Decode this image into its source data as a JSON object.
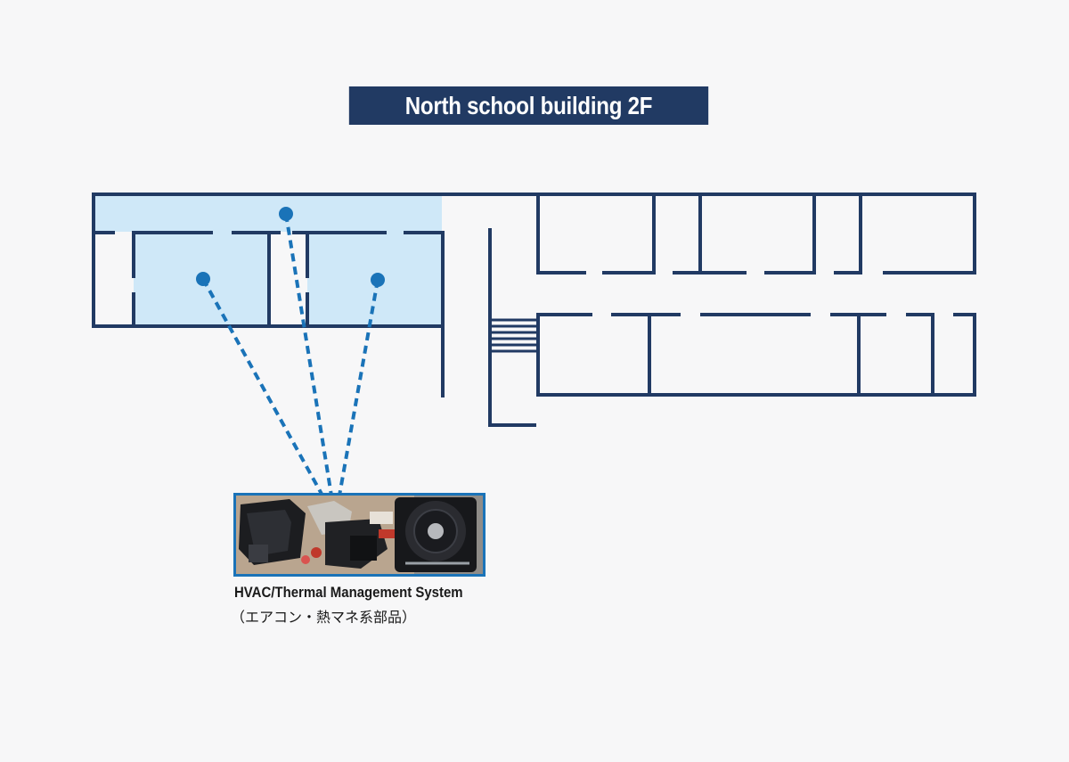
{
  "map": {
    "title": "North school building 2F",
    "colors": {
      "wall": "#213a63",
      "highlight": "#cfe8f8",
      "marker": "#1a73b8",
      "background": "#f7f7f8"
    },
    "markers": [
      {
        "name": "hvac-room-marker-corridor"
      },
      {
        "name": "hvac-room-marker-left"
      },
      {
        "name": "hvac-room-marker-right"
      }
    ]
  },
  "exhibit": {
    "photo_icon": "hvac-parts-photo",
    "label": "HVAC/Thermal Management System",
    "sublabel": "（エアコン・熱マネ系部品）"
  }
}
